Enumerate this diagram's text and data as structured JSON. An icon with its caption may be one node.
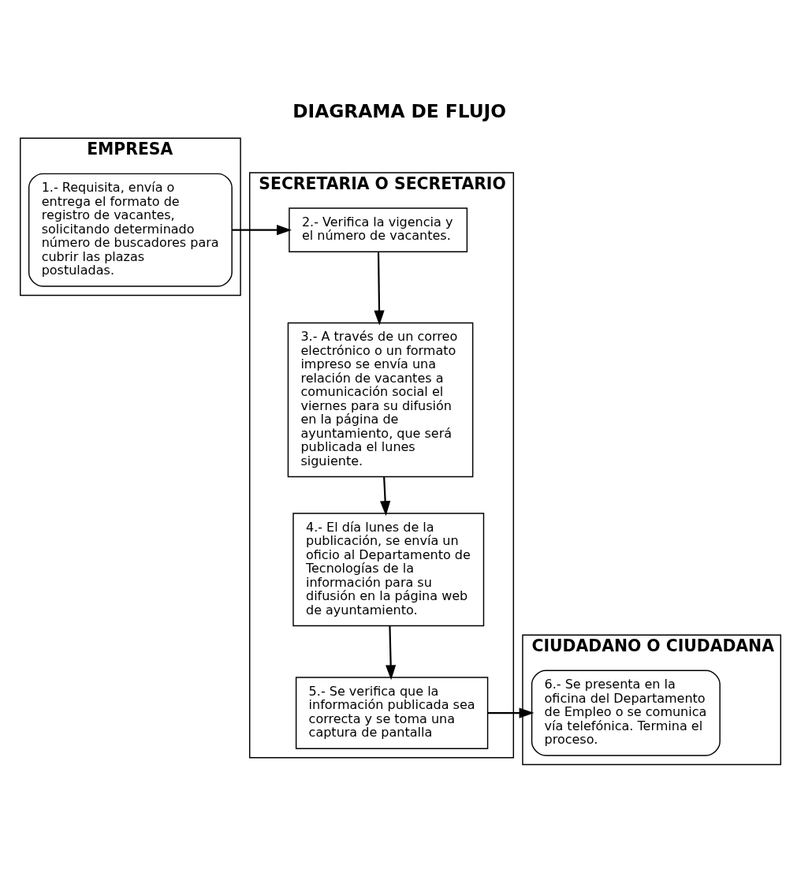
{
  "diagram": {
    "title": "DIAGRAMA DE FLUJO",
    "nodes": [
      {
        "text": [
          "EMPRESA"
        ]
      },
      {
        "text": [
          "SECRETARIA O SECRETARIO"
        ]
      },
      {
        "text": [
          "CIUDADANO O CIUDADANA"
        ]
      },
      {
        "text": [
          "1.- Requisita, envía o entrega el formato de registro de vacantes, solicitando determinado número de buscadores para cubrir las plazas postuladas."
        ],
        "in": 0
      },
      {
        "text": [
          "2.- Verifica la vigencia y el número de vacantes."
        ],
        "in": 1
      },
      {
        "text": [
          "3.- A través de un correo electrónico o un formato impreso se envía una relación de vacantes a comunicación social el viernes para su difusión en la página de ayuntamiento, que será publicada el lunes siguiente."
        ],
        "in": 1
      },
      {
        "text": [
          "4.- El día lunes de la publicación, se envía un oficio al Departamento de Tecnologías de la información para su difusión en la página web de ayuntamiento."
        ],
        "in": 1
      },
      {
        "text": [
          "5.- Se verifica que la información publicada sea correcta y se toma una captura de pantalla"
        ],
        "in": 1
      },
      {
        "text": [
          "6.- Se presenta en la oficina del Departamento de Empleo o se comunica vía telefónica. Termina el proceso."
        ],
        "in": 2
      }
    ],
    "edges": [
      {
        "from": 3,
        "to": 4,
        "arrow": "to"
      },
      {
        "from": 4,
        "to": 5,
        "arrow": "to"
      },
      {
        "from": 5,
        "to": 6,
        "arrow": "to"
      },
      {
        "from": 6,
        "to": 7,
        "arrow": "to"
      },
      {
        "from": 7,
        "to": 8,
        "arrow": "to"
      }
    ]
  }
}
